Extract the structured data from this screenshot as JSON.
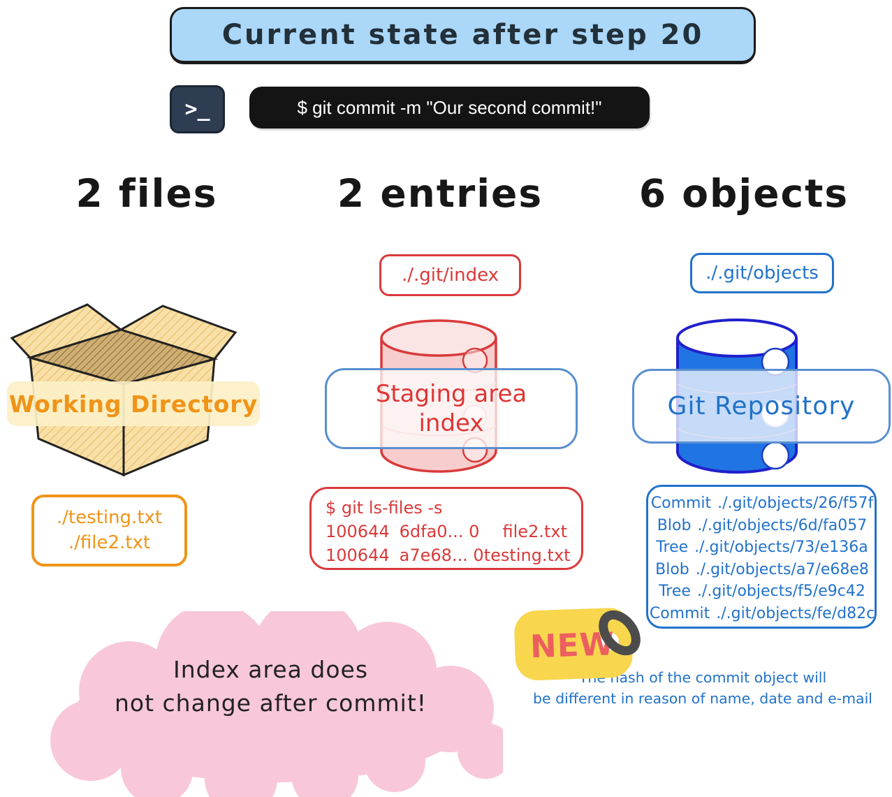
{
  "colors": {
    "banner_fill": "#abd7f8",
    "red": "#d93a3a",
    "blue": "#2272cc",
    "orange": "#ef9418",
    "label_border": "#5a8fd0",
    "pink_cloud": "#f8c7da",
    "tag_yellow": "#f8d64e",
    "tag_text": "#ec5f5f",
    "terminal_bg": "#2e3d52",
    "command_bg": "#141414"
  },
  "banner": {
    "title": "Current state after step 20"
  },
  "terminal": {
    "prompt_glyph": ">_",
    "command": "$ git commit -m \"Our second commit!\""
  },
  "headers": {
    "files": "2 files",
    "entries": "2 entries",
    "objects": "6 objects"
  },
  "working_directory": {
    "label": "Working Directory",
    "files": [
      "./testing.txt",
      "./file2.txt"
    ]
  },
  "staging_area": {
    "path_label": "./.git/index",
    "label_line1": "Staging area",
    "label_line2": "index",
    "listing_command": "$ git ls-files -s",
    "entries": [
      {
        "mode": "100644",
        "hash": "6dfa0... 0",
        "file": "file2.txt"
      },
      {
        "mode": "100644",
        "hash": "a7e68... 0",
        "file": "testing.txt"
      }
    ]
  },
  "git_repository": {
    "path_label": "./.git/objects",
    "label": "Git Repository",
    "objects": [
      {
        "type": "Commit",
        "path": "./.git/objects/26/f57f"
      },
      {
        "type": "Blob",
        "path": "./.git/objects/6d/fa057"
      },
      {
        "type": "Tree",
        "path": "./.git/objects/73/e136a"
      },
      {
        "type": "Blob",
        "path": "./.git/objects/a7/e68e8"
      },
      {
        "type": "Tree",
        "path": "./.git/objects/f5/e9c42"
      },
      {
        "type": "Commit",
        "path": "./.git/objects/fe/d82c"
      }
    ]
  },
  "new_tag": {
    "label": "NEW"
  },
  "hash_note": {
    "line1": "The hash of the commit object will",
    "line2": "be different in reason of name, date and e-mail"
  },
  "cloud_note": {
    "line1": "Index area does",
    "line2": "not change after commit!"
  }
}
